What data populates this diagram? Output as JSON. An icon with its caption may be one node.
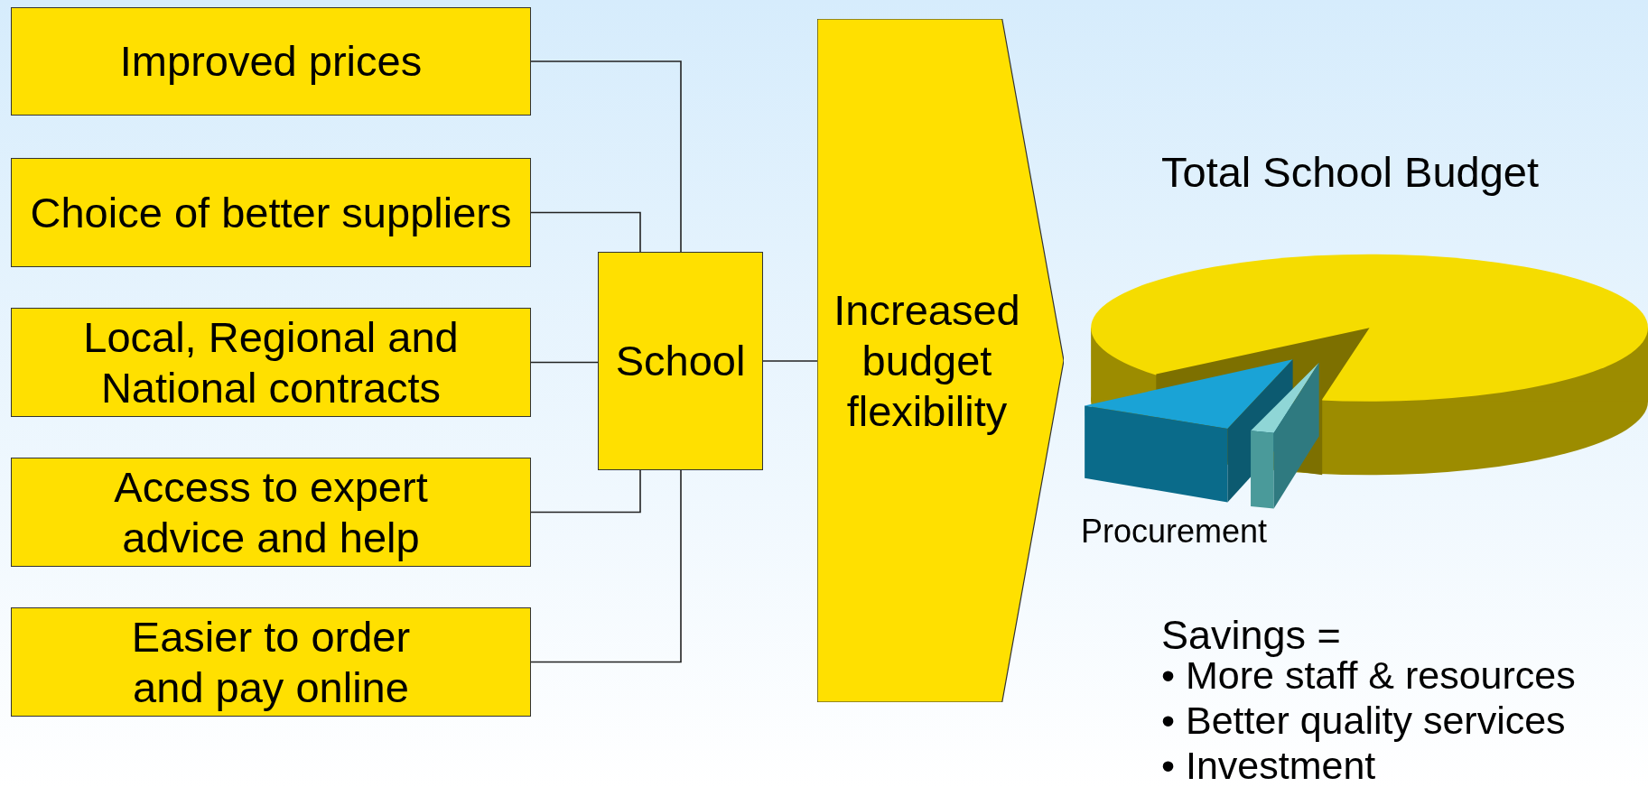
{
  "diagram": {
    "nodes": [
      {
        "text": [
          "Improved prices"
        ]
      },
      {
        "text": [
          "Choice of better suppliers"
        ]
      },
      {
        "text": [
          "Local, Regional and National contracts"
        ]
      },
      {
        "text": [
          "Access to expert advice and help"
        ]
      },
      {
        "text": [
          "Easier to order and pay online"
        ]
      },
      {
        "text": [
          "School"
        ]
      },
      {
        "text": [
          "Increased budget flexibility"
        ]
      }
    ],
    "edges": [
      {
        "from": 0,
        "to": 5,
        "arrow": "none"
      },
      {
        "from": 1,
        "to": 5,
        "arrow": "none"
      },
      {
        "from": 2,
        "to": 5,
        "arrow": "none"
      },
      {
        "from": 3,
        "to": 5,
        "arrow": "none"
      },
      {
        "from": 4,
        "to": 5,
        "arrow": "none"
      },
      {
        "from": 5,
        "to": 6,
        "arrow": "none"
      }
    ],
    "labels": [
      "Total School Budget",
      "Procurement",
      "Savings =",
      "• More staff & resources",
      "• Better quality services",
      "• Investment"
    ]
  }
}
